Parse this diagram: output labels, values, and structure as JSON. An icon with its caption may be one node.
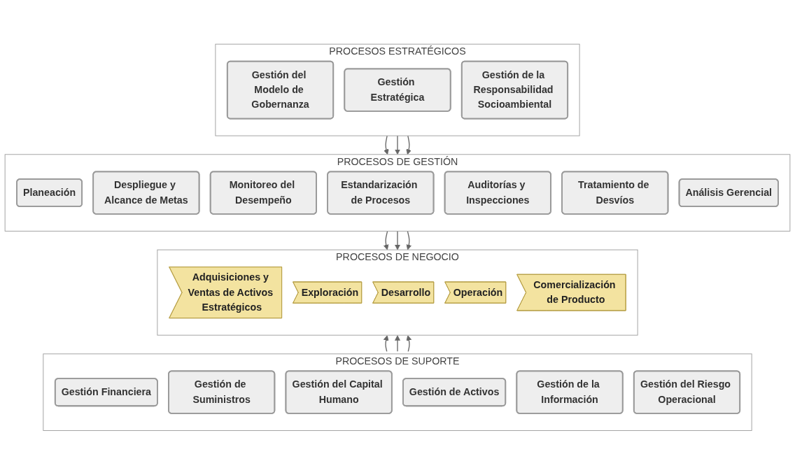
{
  "diagram": {
    "nodes": [
      {
        "text": [
          "PROCESOS ESTRATÉGICOS"
        ]
      },
      {
        "text": [
          "Gestión del Modelo de Gobernanza"
        ],
        "in": 0
      },
      {
        "text": [
          "Gestión Estratégica"
        ],
        "in": 0
      },
      {
        "text": [
          "Gestión de la Responsabilidad Socioambiental"
        ],
        "in": 0
      },
      {
        "text": [
          "PROCESOS DE GESTIÓN"
        ]
      },
      {
        "text": [
          "Planeación"
        ],
        "in": 4
      },
      {
        "text": [
          "Despliegue y Alcance de Metas"
        ],
        "in": 4
      },
      {
        "text": [
          "Monitoreo del Desempeño"
        ],
        "in": 4
      },
      {
        "text": [
          "Estandarización de Procesos"
        ],
        "in": 4
      },
      {
        "text": [
          "Auditorías y Inspecciones"
        ],
        "in": 4
      },
      {
        "text": [
          "Tratamiento de Desvíos"
        ],
        "in": 4
      },
      {
        "text": [
          "Análisis Gerencial"
        ],
        "in": 4
      },
      {
        "text": [
          "PROCESOS DE NEGOCIO"
        ]
      },
      {
        "text": [
          "Adquisiciones y Ventas de Activos Estratégicos"
        ],
        "in": 12
      },
      {
        "text": [
          "Exploración"
        ],
        "in": 12
      },
      {
        "text": [
          "Desarrollo"
        ],
        "in": 12
      },
      {
        "text": [
          "Operación"
        ],
        "in": 12
      },
      {
        "text": [
          "Comercialización de Producto"
        ],
        "in": 12
      },
      {
        "text": [
          "PROCESOS DE SUPORTE"
        ]
      },
      {
        "text": [
          "Gestión Financiera"
        ],
        "in": 18
      },
      {
        "text": [
          "Gestión de Suministros"
        ],
        "in": 18
      },
      {
        "text": [
          "Gestión del Capital Humano"
        ],
        "in": 18
      },
      {
        "text": [
          "Gestión de Activos"
        ],
        "in": 18
      },
      {
        "text": [
          "Gestión de la Información"
        ],
        "in": 18
      },
      {
        "text": [
          "Gestión del Riesgo Operacional"
        ],
        "in": 18
      }
    ],
    "edges": [
      {
        "from": 0,
        "to": 4,
        "arrow": "to"
      },
      {
        "from": 0,
        "to": 4,
        "arrow": "to"
      },
      {
        "from": 0,
        "to": 4,
        "arrow": "to"
      },
      {
        "from": 4,
        "to": 12,
        "arrow": "to"
      },
      {
        "from": 4,
        "to": 12,
        "arrow": "to"
      },
      {
        "from": 4,
        "to": 12,
        "arrow": "to"
      },
      {
        "from": 18,
        "to": 12,
        "arrow": "to"
      },
      {
        "from": 18,
        "to": 12,
        "arrow": "to"
      },
      {
        "from": 18,
        "to": 12,
        "arrow": "to"
      }
    ]
  }
}
